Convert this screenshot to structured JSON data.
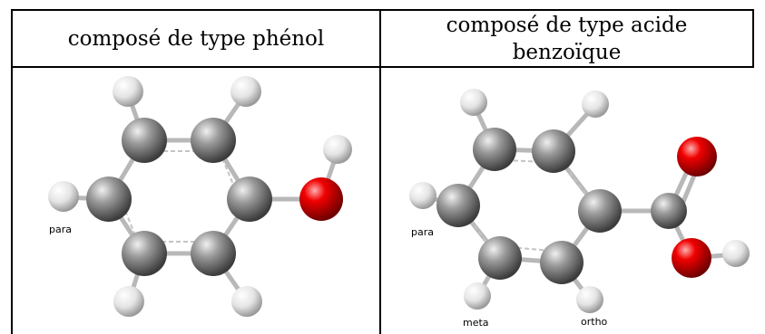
{
  "table": {
    "headers": [
      {
        "text": "composé de type phénol"
      },
      {
        "text": "composé de type acide benzoïque"
      }
    ]
  },
  "molecules": {
    "phenol": {
      "labels": {
        "para": "para"
      },
      "colors": {
        "carbon": "#8a8a8a",
        "hydrogen": "#e8e8e8",
        "oxygen": "#e00000",
        "bond": "#b8b8b8"
      }
    },
    "benzoic_acid": {
      "labels": {
        "para": "para",
        "meta": "meta",
        "ortho": "ortho"
      },
      "colors": {
        "carbon": "#8a8a8a",
        "hydrogen": "#e8e8e8",
        "oxygen": "#e00000",
        "bond": "#b8b8b8"
      }
    }
  }
}
